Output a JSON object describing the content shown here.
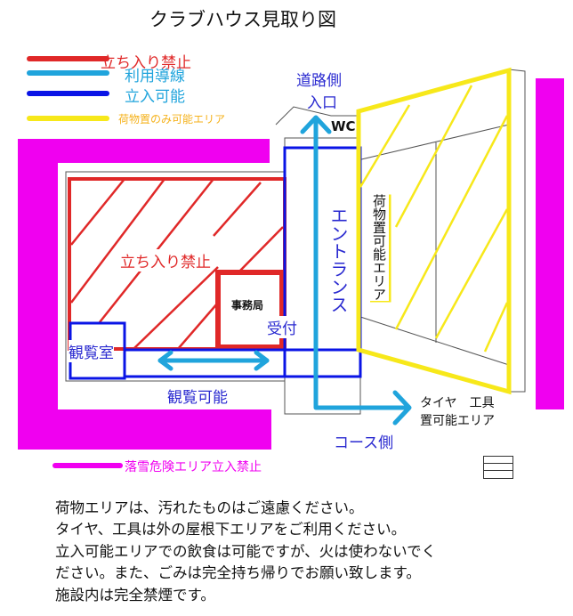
{
  "title": "クラブハウス見取り図",
  "legend": [
    {
      "label": "立ち入り禁止",
      "color": "#e02828"
    },
    {
      "label": "利用導線",
      "color": "#20a4dc"
    },
    {
      "label": "立入可能",
      "color": "#0a14e6"
    },
    {
      "label": "荷物置のみ可能エリア",
      "color": "#f7e81a",
      "text_color": "#f5b21c"
    },
    {
      "label": "落雪危険エリア立入禁止",
      "color": "#f000f0"
    }
  ],
  "map": {
    "road_entrance": [
      "道路側",
      "入口"
    ],
    "wc": "WC",
    "entrance": "エントランス",
    "reception": "受付",
    "office": "事務局",
    "no_entry": "立ち入り禁止",
    "viewing_room": "観覧室",
    "viewing_ok": "観覧可能",
    "luggage_area": "荷物置可能エリア",
    "tire_tool": [
      "タイヤ　工具",
      "置可能エリア"
    ],
    "course_side": "コース側"
  },
  "notes": [
    "荷物エリアは、汚れたものはご遠慮ください。",
    "タイヤ、工具は外の屋根下エリアをご利用ください。",
    "立入可能エリアでの飲食は可能ですが、火は使わないでく",
    "ださい。また、ごみは完全持ち帰りでお願い致します。",
    "施設内は完全禁煙です。"
  ]
}
